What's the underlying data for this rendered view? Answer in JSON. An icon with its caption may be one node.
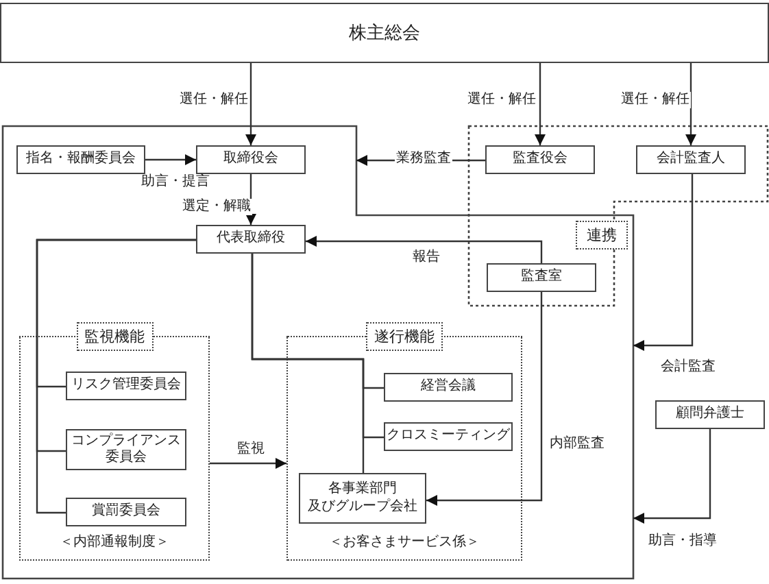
{
  "diagram": {
    "nodes": [
      {
        "text": [
          "株主総会"
        ]
      },
      {
        "text": [],
        "shape": "box"
      },
      {
        "text": [
          "指名・報酬委員会"
        ],
        "in": 1
      },
      {
        "text": [
          "取締役会"
        ],
        "in": 1
      },
      {
        "text": [
          "代表取締役"
        ],
        "in": 1
      },
      {
        "text": [
          "監視機能",
          "＜内部通報制度＞"
        ],
        "in": 1
      },
      {
        "text": [
          "リスク管理委員会"
        ],
        "in": 5
      },
      {
        "text": [
          "コンプライアンス委員会"
        ],
        "in": 5
      },
      {
        "text": [
          "賞罰委員会"
        ],
        "in": 5
      },
      {
        "text": [
          "遂行機能",
          "＜お客さまサービス係＞"
        ],
        "in": 1
      },
      {
        "text": [
          "経営会議"
        ],
        "in": 9
      },
      {
        "text": [
          "クロスミーティング"
        ],
        "in": 9
      },
      {
        "text": [
          "各事業部門及びグループ会社"
        ],
        "in": 9
      },
      {
        "text": [],
        "shape": "box"
      },
      {
        "text": [
          "監査役会"
        ],
        "in": 13
      },
      {
        "text": [
          "会計監査人"
        ],
        "in": 13
      },
      {
        "text": [
          "監査室"
        ]
      },
      {
        "text": [
          "連携"
        ]
      },
      {
        "text": [
          "顧問弁護士"
        ]
      }
    ],
    "edges": [
      {
        "from": 0,
        "to": 3,
        "arrow": "to",
        "label": "選任・解任"
      },
      {
        "from": 0,
        "to": 14,
        "arrow": "to",
        "label": "選任・解任"
      },
      {
        "from": 0,
        "to": 15,
        "arrow": "to",
        "label": "選任・解任"
      },
      {
        "from": 2,
        "to": 3,
        "arrow": "to",
        "label": "助言・提言"
      },
      {
        "from": 3,
        "to": 4,
        "arrow": "to",
        "label": "選定・解職"
      },
      {
        "from": 14,
        "to": 1,
        "arrow": "to",
        "label": "業務監査"
      },
      {
        "from": 16,
        "to": 4,
        "arrow": "to",
        "label": "報告"
      },
      {
        "from": 4,
        "to": 6,
        "arrow": "none"
      },
      {
        "from": 4,
        "to": 7,
        "arrow": "none"
      },
      {
        "from": 4,
        "to": 8,
        "arrow": "none"
      },
      {
        "from": 4,
        "to": 10,
        "arrow": "none"
      },
      {
        "from": 4,
        "to": 11,
        "arrow": "none"
      },
      {
        "from": 4,
        "to": 12,
        "arrow": "none"
      },
      {
        "from": 5,
        "to": 9,
        "arrow": "to",
        "label": "監視"
      },
      {
        "from": 16,
        "to": 12,
        "arrow": "to",
        "label": "内部監査"
      },
      {
        "from": 15,
        "to": 1,
        "arrow": "to",
        "label": "会計監査"
      },
      {
        "from": 18,
        "to": 1,
        "arrow": "to",
        "label": "助言・指導"
      }
    ]
  }
}
